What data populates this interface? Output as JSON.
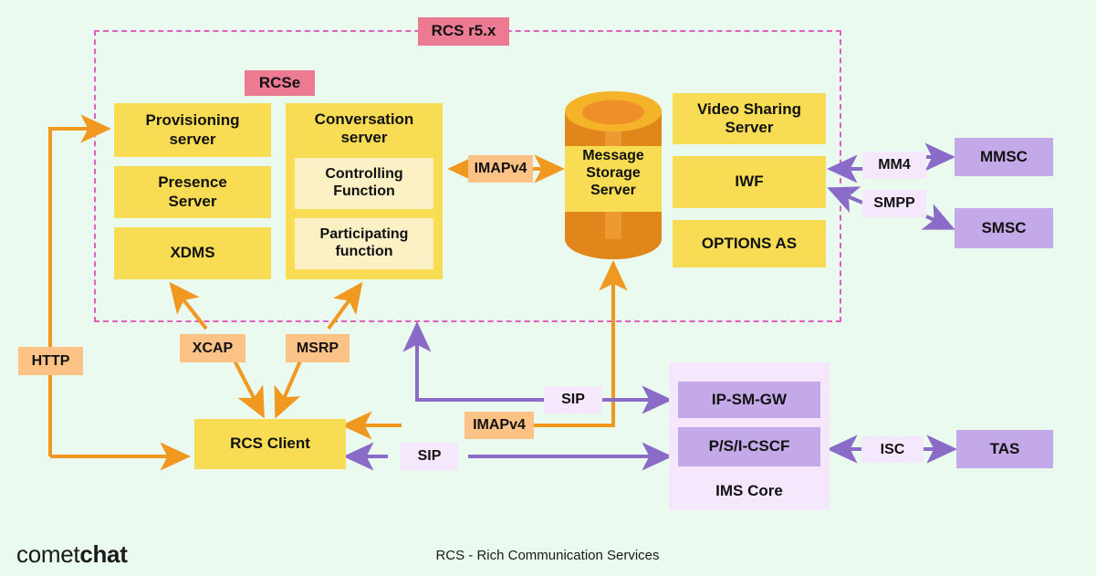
{
  "diagram": {
    "title_badge": "RCS r5.x",
    "subsystem_badge": "RCSe",
    "caption": "RCS - Rich Communication Services",
    "logo_light": "comet",
    "logo_bold": "chat",
    "colors": {
      "background": "#EAFAEF",
      "yellow_box": "#F7DC54",
      "cream_box": "#FCF0C5",
      "purple_box": "#C4A9E9",
      "pink_badge": "#EC7A93",
      "orange_label": "#FCC286",
      "violet_label": "#F6E8FC",
      "ims_core_panel": "#F6E8FC",
      "orange_arrow": "#F0981F",
      "purple_arrow": "#8A6BC8",
      "dashed_border": "#DD5FC0",
      "cylinder_body": "#E0861B",
      "cylinder_band": "#F7DC54",
      "cylinder_top": "#F5B32A",
      "cylinder_inner": "#EE8F28"
    }
  },
  "nodes": {
    "provisioning_server": "Provisioning\nserver",
    "presence_server": "Presence\nServer",
    "xdms": "XDMS",
    "conversation_server": "Conversation\nserver",
    "controlling_function": "Controlling\nFunction",
    "participating_function": "Participating\nfunction",
    "message_storage_server": "Message\nStorage\nServer",
    "video_sharing_server": "Video Sharing\nServer",
    "iwf": "IWF",
    "options_as": "OPTIONS AS",
    "mmsc": "MMSC",
    "smsc": "SMSC",
    "rcs_client": "RCS Client",
    "ip_sm_gw": "IP-SM-GW",
    "ps_i_cscf": "P/S/I-CSCF",
    "ims_core": "IMS Core",
    "tas": "TAS"
  },
  "connections": {
    "http": "HTTP",
    "xcap": "XCAP",
    "msrp": "MSRP",
    "imapv4_top": "IMAPv4",
    "imapv4_bottom": "IMAPv4",
    "mm4": "MM4",
    "smpp": "SMPP",
    "sip_upper": "SIP",
    "sip_lower": "SIP",
    "isc": "ISC"
  }
}
